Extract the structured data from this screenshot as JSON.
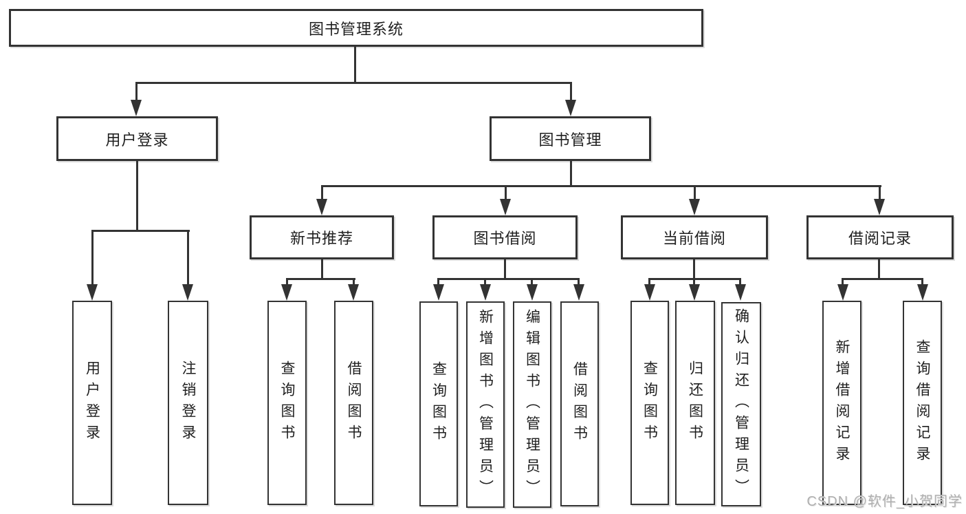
{
  "colors": {
    "line": "#333333",
    "box_border": "#333333",
    "text": "#1f1f1f",
    "watermark": "#b0b0b0",
    "background": "#ffffff"
  },
  "watermark": {
    "text": "CSDN @软件_小贺同学"
  },
  "tree": {
    "root": {
      "label": "图书管理系统",
      "children": [
        {
          "label": "用户登录",
          "children": [
            {
              "label": "用户登录"
            },
            {
              "label": "注销登录"
            }
          ]
        },
        {
          "label": "图书管理",
          "children": [
            {
              "label": "新书推荐",
              "children": [
                {
                  "label": "查询图书"
                },
                {
                  "label": "借阅图书"
                }
              ]
            },
            {
              "label": "图书借阅",
              "children": [
                {
                  "label": "查询图书"
                },
                {
                  "label": "新增图书（管理员）"
                },
                {
                  "label": "编辑图书（管理员）"
                },
                {
                  "label": "借阅图书"
                }
              ]
            },
            {
              "label": "当前借阅",
              "children": [
                {
                  "label": "查询图书"
                },
                {
                  "label": "归还图书"
                },
                {
                  "label": "确认归还（管理员）"
                }
              ]
            },
            {
              "label": "借阅记录",
              "children": [
                {
                  "label": "新增借阅记录"
                },
                {
                  "label": "查询借阅记录"
                }
              ]
            }
          ]
        }
      ]
    }
  }
}
